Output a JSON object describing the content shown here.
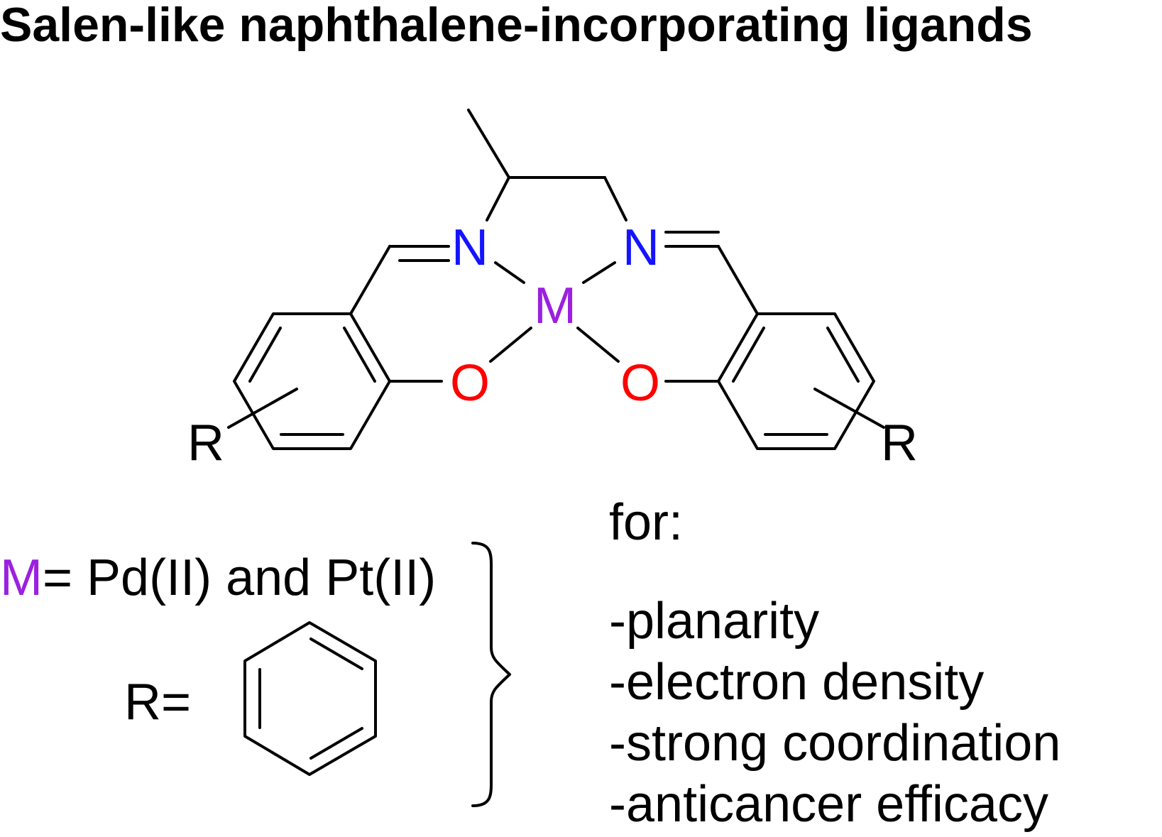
{
  "title": "Salen-like naphthalene-incorporating ligands",
  "structure": {
    "atoms": {
      "nitrogen_left": "N",
      "nitrogen_right": "N",
      "metal": "M",
      "oxygen_left": "O",
      "oxygen_right": "O",
      "substituent_left": "R",
      "substituent_right": "R"
    },
    "colors": {
      "nitrogen": "#1414ff",
      "oxygen": "#ff0000",
      "metal": "#9b20e0",
      "bond": "#000000",
      "text": "#000000"
    }
  },
  "definitions": {
    "metal_symbol": "M",
    "metal_text": "= Pd(II) and Pt(II)",
    "r_label": "R="
  },
  "purpose": {
    "heading": "for:",
    "items": [
      "-planarity",
      "-electron density",
      "-strong coordination",
      "-anticancer efficacy"
    ]
  }
}
